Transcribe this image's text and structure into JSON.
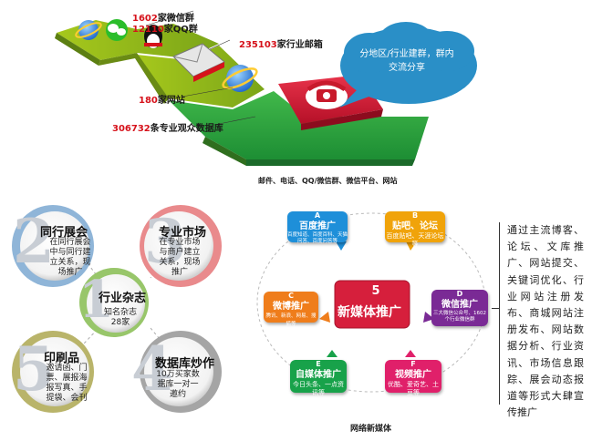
{
  "top": {
    "labels": [
      {
        "num": "1602",
        "text": "家微信群"
      },
      {
        "num": "12110",
        "text": "家QQ群"
      },
      {
        "num": "235103",
        "text": "家行业邮箱"
      },
      {
        "num": "180",
        "text": "家网站"
      },
      {
        "num": "306732",
        "text": "条专业观众数据库"
      }
    ],
    "cloud": "分地区/行业建群，群内交流分享",
    "caption": "邮件、电话、QQ/微信群、微信平台、网站"
  },
  "circles": [
    {
      "digit": "2",
      "title": "同行展会",
      "desc": "在同行展会中与同行建立关系，现场推广"
    },
    {
      "digit": "3",
      "title": "专业市场",
      "desc": "在专业市场与商户建立关系，现场推广"
    },
    {
      "digit": "1",
      "title": "行业杂志",
      "desc": "知名杂志28家"
    },
    {
      "digit": "5",
      "title": "印刷品",
      "desc": "邀请函、门票、展报海报写真、手提袋、会刊"
    },
    {
      "digit": "4",
      "title": "数据库炒作",
      "desc": "10万买家数据库一对一邀约"
    }
  ],
  "media": {
    "center_num": "5",
    "center_title": "新媒体推广",
    "caption": "网络新媒体",
    "bubbles": [
      {
        "letter": "A",
        "name": "百度推广",
        "desc": "百度知道、百度百科、天猫问答、百度问答等",
        "color": "#1e8fd9"
      },
      {
        "letter": "B",
        "name": "贴吧、论坛",
        "desc": "百度贴吧、天涯论坛等",
        "color": "#f0a30a"
      },
      {
        "letter": "C",
        "name": "微博推广",
        "desc": "腾讯、新浪、网易、搜狐等",
        "color": "#ef7d1b"
      },
      {
        "letter": "D",
        "name": "微信推广",
        "desc": "三大微信公众号、1602个行业微信群",
        "color": "#7a2a95"
      },
      {
        "letter": "E",
        "name": "自媒体推广",
        "desc": "今日头条、一点资讯等",
        "color": "#18a24a"
      },
      {
        "letter": "F",
        "name": "视频推广",
        "desc": "优酷、爱奇艺、土豆等",
        "color": "#e0206a"
      }
    ]
  },
  "side_text": "通过主流博客、论坛、文库推广、网站提交、关键词优化、行业网站注册发布、商城网站注册发布、网站数据分析、行业资讯、市场信息跟踪、展会动态报道等形式大肆宣传推广",
  "colors": {
    "red": "#d6121b",
    "green": "#29a83c",
    "olive": "#8fb21b",
    "pink": "#d61f3c",
    "cloud": "#2a8fc7"
  }
}
